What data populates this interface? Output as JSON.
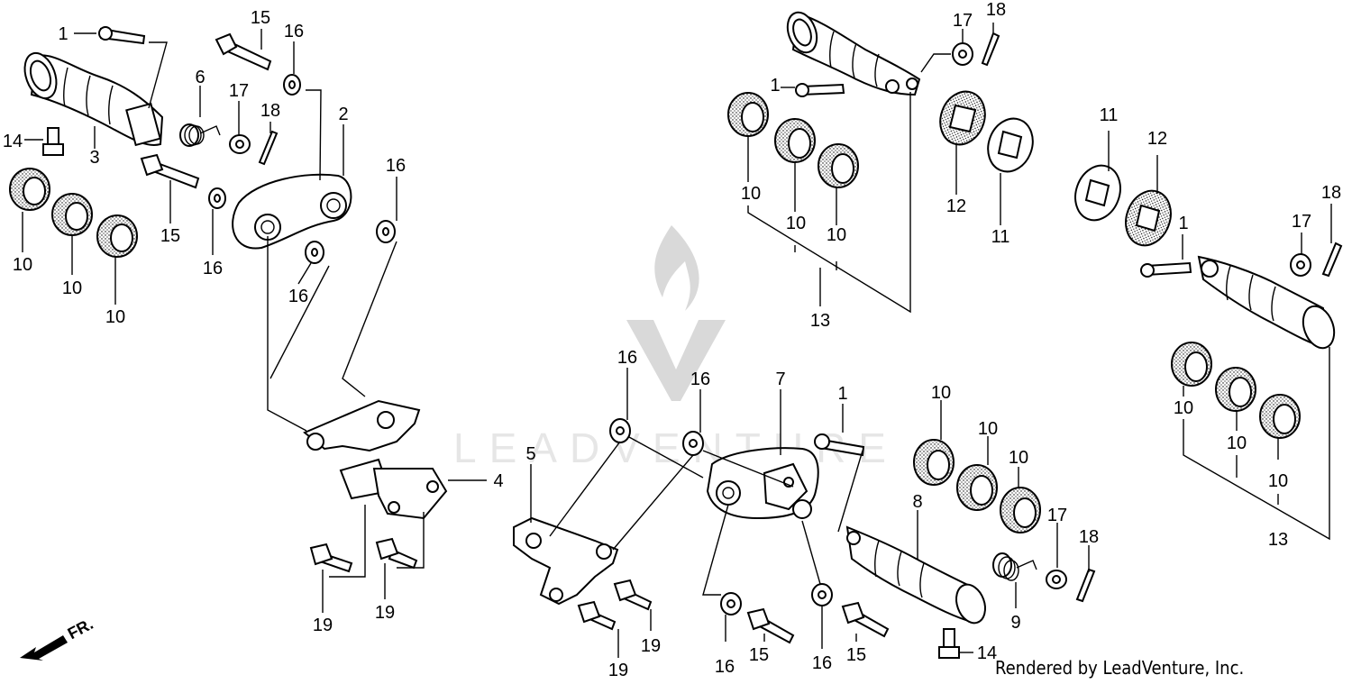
{
  "watermark": {
    "brand": "LEADVENTURE"
  },
  "credit": "Rendered by LeadVenture, Inc.",
  "front_arrow": {
    "label": "FR."
  },
  "callouts": [
    {
      "text": "1"
    },
    {
      "text": "15"
    },
    {
      "text": "16"
    },
    {
      "text": "6"
    },
    {
      "text": "17"
    },
    {
      "text": "18"
    },
    {
      "text": "2"
    },
    {
      "text": "14"
    },
    {
      "text": "3"
    },
    {
      "text": "15"
    },
    {
      "text": "16"
    },
    {
      "text": "16"
    },
    {
      "text": "16"
    },
    {
      "text": "10"
    },
    {
      "text": "10"
    },
    {
      "text": "10"
    },
    {
      "text": "4"
    },
    {
      "text": "19"
    },
    {
      "text": "19"
    },
    {
      "text": "17"
    },
    {
      "text": "18"
    },
    {
      "text": "1"
    },
    {
      "text": "10"
    },
    {
      "text": "10"
    },
    {
      "text": "10"
    },
    {
      "text": "12"
    },
    {
      "text": "11"
    },
    {
      "text": "13"
    },
    {
      "text": "11"
    },
    {
      "text": "12"
    },
    {
      "text": "18"
    },
    {
      "text": "1"
    },
    {
      "text": "17"
    },
    {
      "text": "10"
    },
    {
      "text": "10"
    },
    {
      "text": "10"
    },
    {
      "text": "13"
    },
    {
      "text": "16"
    },
    {
      "text": "16"
    },
    {
      "text": "7"
    },
    {
      "text": "1"
    },
    {
      "text": "10"
    },
    {
      "text": "10"
    },
    {
      "text": "10"
    },
    {
      "text": "5"
    },
    {
      "text": "8"
    },
    {
      "text": "17"
    },
    {
      "text": "18"
    },
    {
      "text": "9"
    },
    {
      "text": "19"
    },
    {
      "text": "19"
    },
    {
      "text": "16"
    },
    {
      "text": "15"
    },
    {
      "text": "16"
    },
    {
      "text": "15"
    },
    {
      "text": "14"
    }
  ]
}
